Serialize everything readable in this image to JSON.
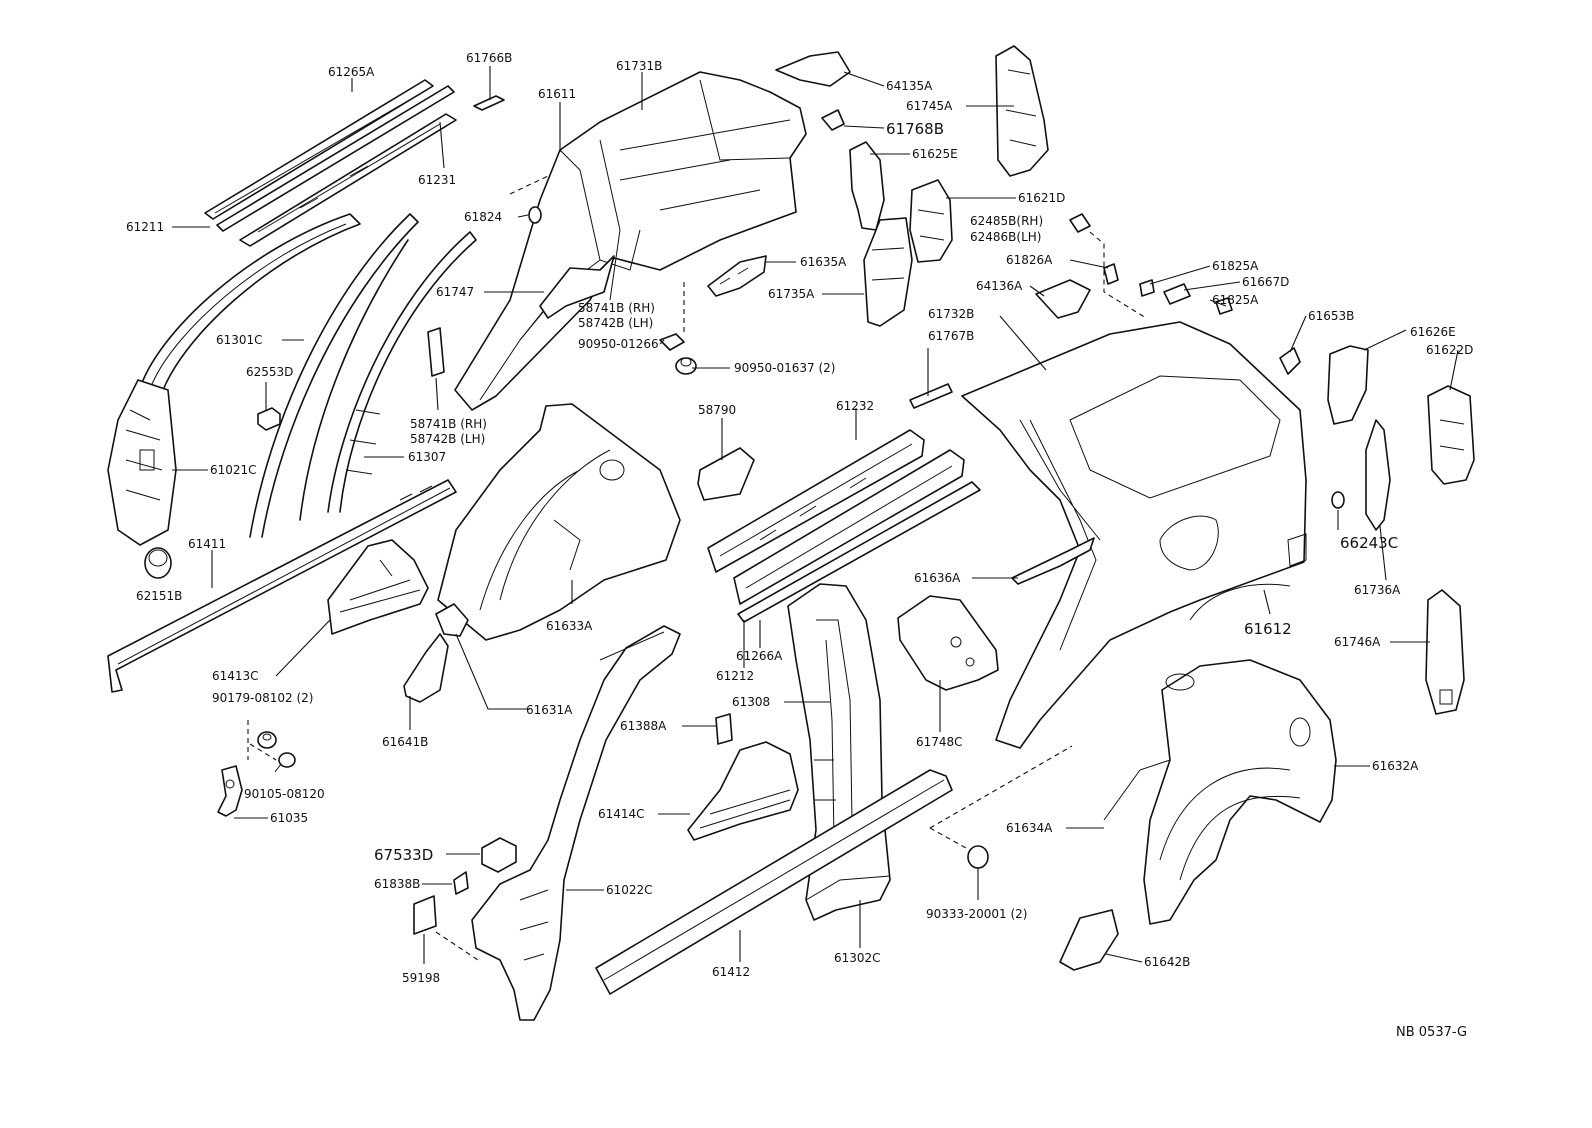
{
  "diagram_ref": "NB 0537-G",
  "labels": {
    "l61265A": "61265A",
    "l61766B": "61766B",
    "l61231": "61231",
    "l61211": "61211",
    "l61611": "61611",
    "l61731B": "61731B",
    "l64135A": "64135A",
    "l61745A": "61745A",
    "l61768B": "61768B",
    "l61625E": "61625E",
    "l61621D": "61621D",
    "l62485B": "62485B(RH)",
    "l62486B": "62486B(LH)",
    "l61824": "61824",
    "l61635A": "61635A",
    "l61747": "61747",
    "l58741B_a": "58741B (RH)",
    "l58742B_a": "58742B (LH)",
    "l61735A": "61735A",
    "l61826A": "61826A",
    "l61825A_a": "61825A",
    "l64136A": "64136A",
    "l61667D": "61667D",
    "l61825A_b": "61825A",
    "l61732B": "61732B",
    "l61653B": "61653B",
    "l61626E": "61626E",
    "l61622D": "61622D",
    "l61301C": "61301C",
    "l62553D": "62553D",
    "l90950_01266": "90950-01266",
    "l90950_01637": "90950-01637 (2)",
    "l61767B": "61767B",
    "l58741B_b": "58741B (RH)",
    "l58742B_b": "58742B (LH)",
    "l58790": "58790",
    "l61232": "61232",
    "l61021C": "61021C",
    "l61307": "61307",
    "l66243C": "66243C",
    "l61411": "61411",
    "l62151B": "62151B",
    "l61633A": "61633A",
    "l61736A": "61736A",
    "l61636A": "61636A",
    "l61612": "61612",
    "l61266A": "61266A",
    "l61746A": "61746A",
    "l61413C": "61413C",
    "l61212": "61212",
    "l90179_08102": "90179-08102 (2)",
    "l61631A": "61631A",
    "l61308": "61308",
    "l61641B": "61641B",
    "l61388A": "61388A",
    "l61748C": "61748C",
    "l61632A": "61632A",
    "l90105_08120": "90105-08120",
    "l61414C": "61414C",
    "l61035": "61035",
    "l61634A": "61634A",
    "l67533D": "67533D",
    "l61838B": "61838B",
    "l61022C": "61022C",
    "l90333_20001": "90333-20001 (2)",
    "l59198": "59198",
    "l61412": "61412",
    "l61302C": "61302C",
    "l61642B": "61642B"
  }
}
